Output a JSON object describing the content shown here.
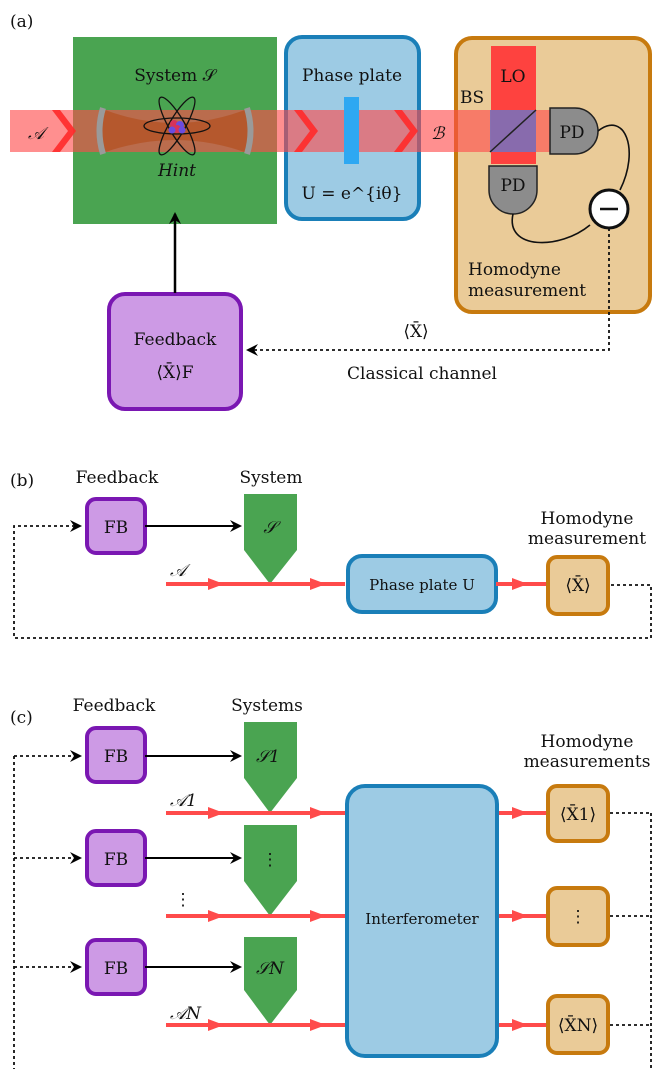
{
  "panel_a": {
    "tag": "(a)",
    "input_label": "𝒜",
    "output_label": "ℬ",
    "system_title": "System 𝒮",
    "hamiltonian": "Hint",
    "phase_plate_title": "Phase plate",
    "phase_plate_eq": "U = e^{iθ}",
    "bs_label": "BS",
    "lo_label": "LO",
    "pd1_label": "PD",
    "pd2_label": "PD",
    "minus_label": "−",
    "homodyne_label_1": "Homodyne",
    "homodyne_label_2": "measurement",
    "feedback_title": "Feedback",
    "feedback_eq": "⟨X̄⟩F",
    "channel_value": "⟨X̄⟩",
    "channel_label": "Classical channel"
  },
  "panel_b": {
    "tag": "(b)",
    "feedback_label": "Feedback",
    "system_label": "System",
    "homodyne_label_1": "Homodyne",
    "homodyne_label_2": "measurement",
    "fb_box": "FB",
    "system_symbol": "𝒮",
    "input_label": "𝒜",
    "phase_plate_label": "Phase plate U",
    "measurement_value": "⟨X̄⟩"
  },
  "panel_c": {
    "tag": "(c)",
    "feedback_label": "Feedback",
    "systems_label": "Systems",
    "homodyne_label_1": "Homodyne",
    "homodyne_label_2": "measurements",
    "fb_boxes": [
      "FB",
      "FB",
      "FB"
    ],
    "system_symbols": [
      "𝒮1",
      "⋮",
      "𝒮N"
    ],
    "inputs": [
      "𝒜1",
      "⋮",
      "𝒜N"
    ],
    "interferometer_label": "Interferometer",
    "measurements": [
      "⟨X̄1⟩",
      "⋮",
      "⟨X̄N⟩"
    ]
  },
  "colors": {
    "system_green": "#4aa451",
    "phase_blue": "#9dcbe4",
    "phase_border": "#1a7fb8",
    "homodyne_fill": "#eacb98",
    "homodyne_border": "#c77a0e",
    "feedback_fill": "#cd9ae5",
    "feedback_border": "#7a17b2",
    "beam_red": "#ff4b4b"
  }
}
